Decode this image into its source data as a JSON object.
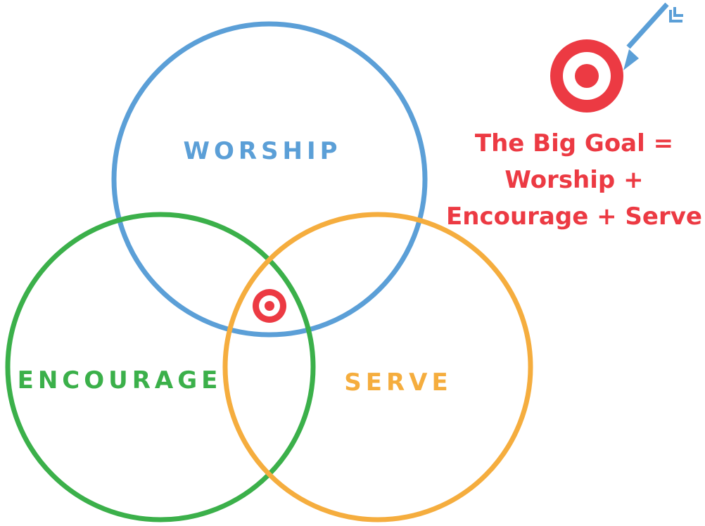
{
  "colors": {
    "worship": "#5b9fd7",
    "encourage": "#3bb04a",
    "serve": "#f5ad3e",
    "goal": "#ec3a43",
    "background": "#ffffff"
  },
  "circles": {
    "worship": {
      "label": "WORSHIP"
    },
    "encourage": {
      "label": "ENCOURAGE"
    },
    "serve": {
      "label": "SERVE"
    }
  },
  "goal": {
    "lines": [
      "The Big Goal =",
      "Worship +",
      "Encourage + Serve"
    ]
  },
  "icons": {
    "center_target": "target-icon",
    "goal_target": "target-icon",
    "arrow": "arrow-icon"
  }
}
